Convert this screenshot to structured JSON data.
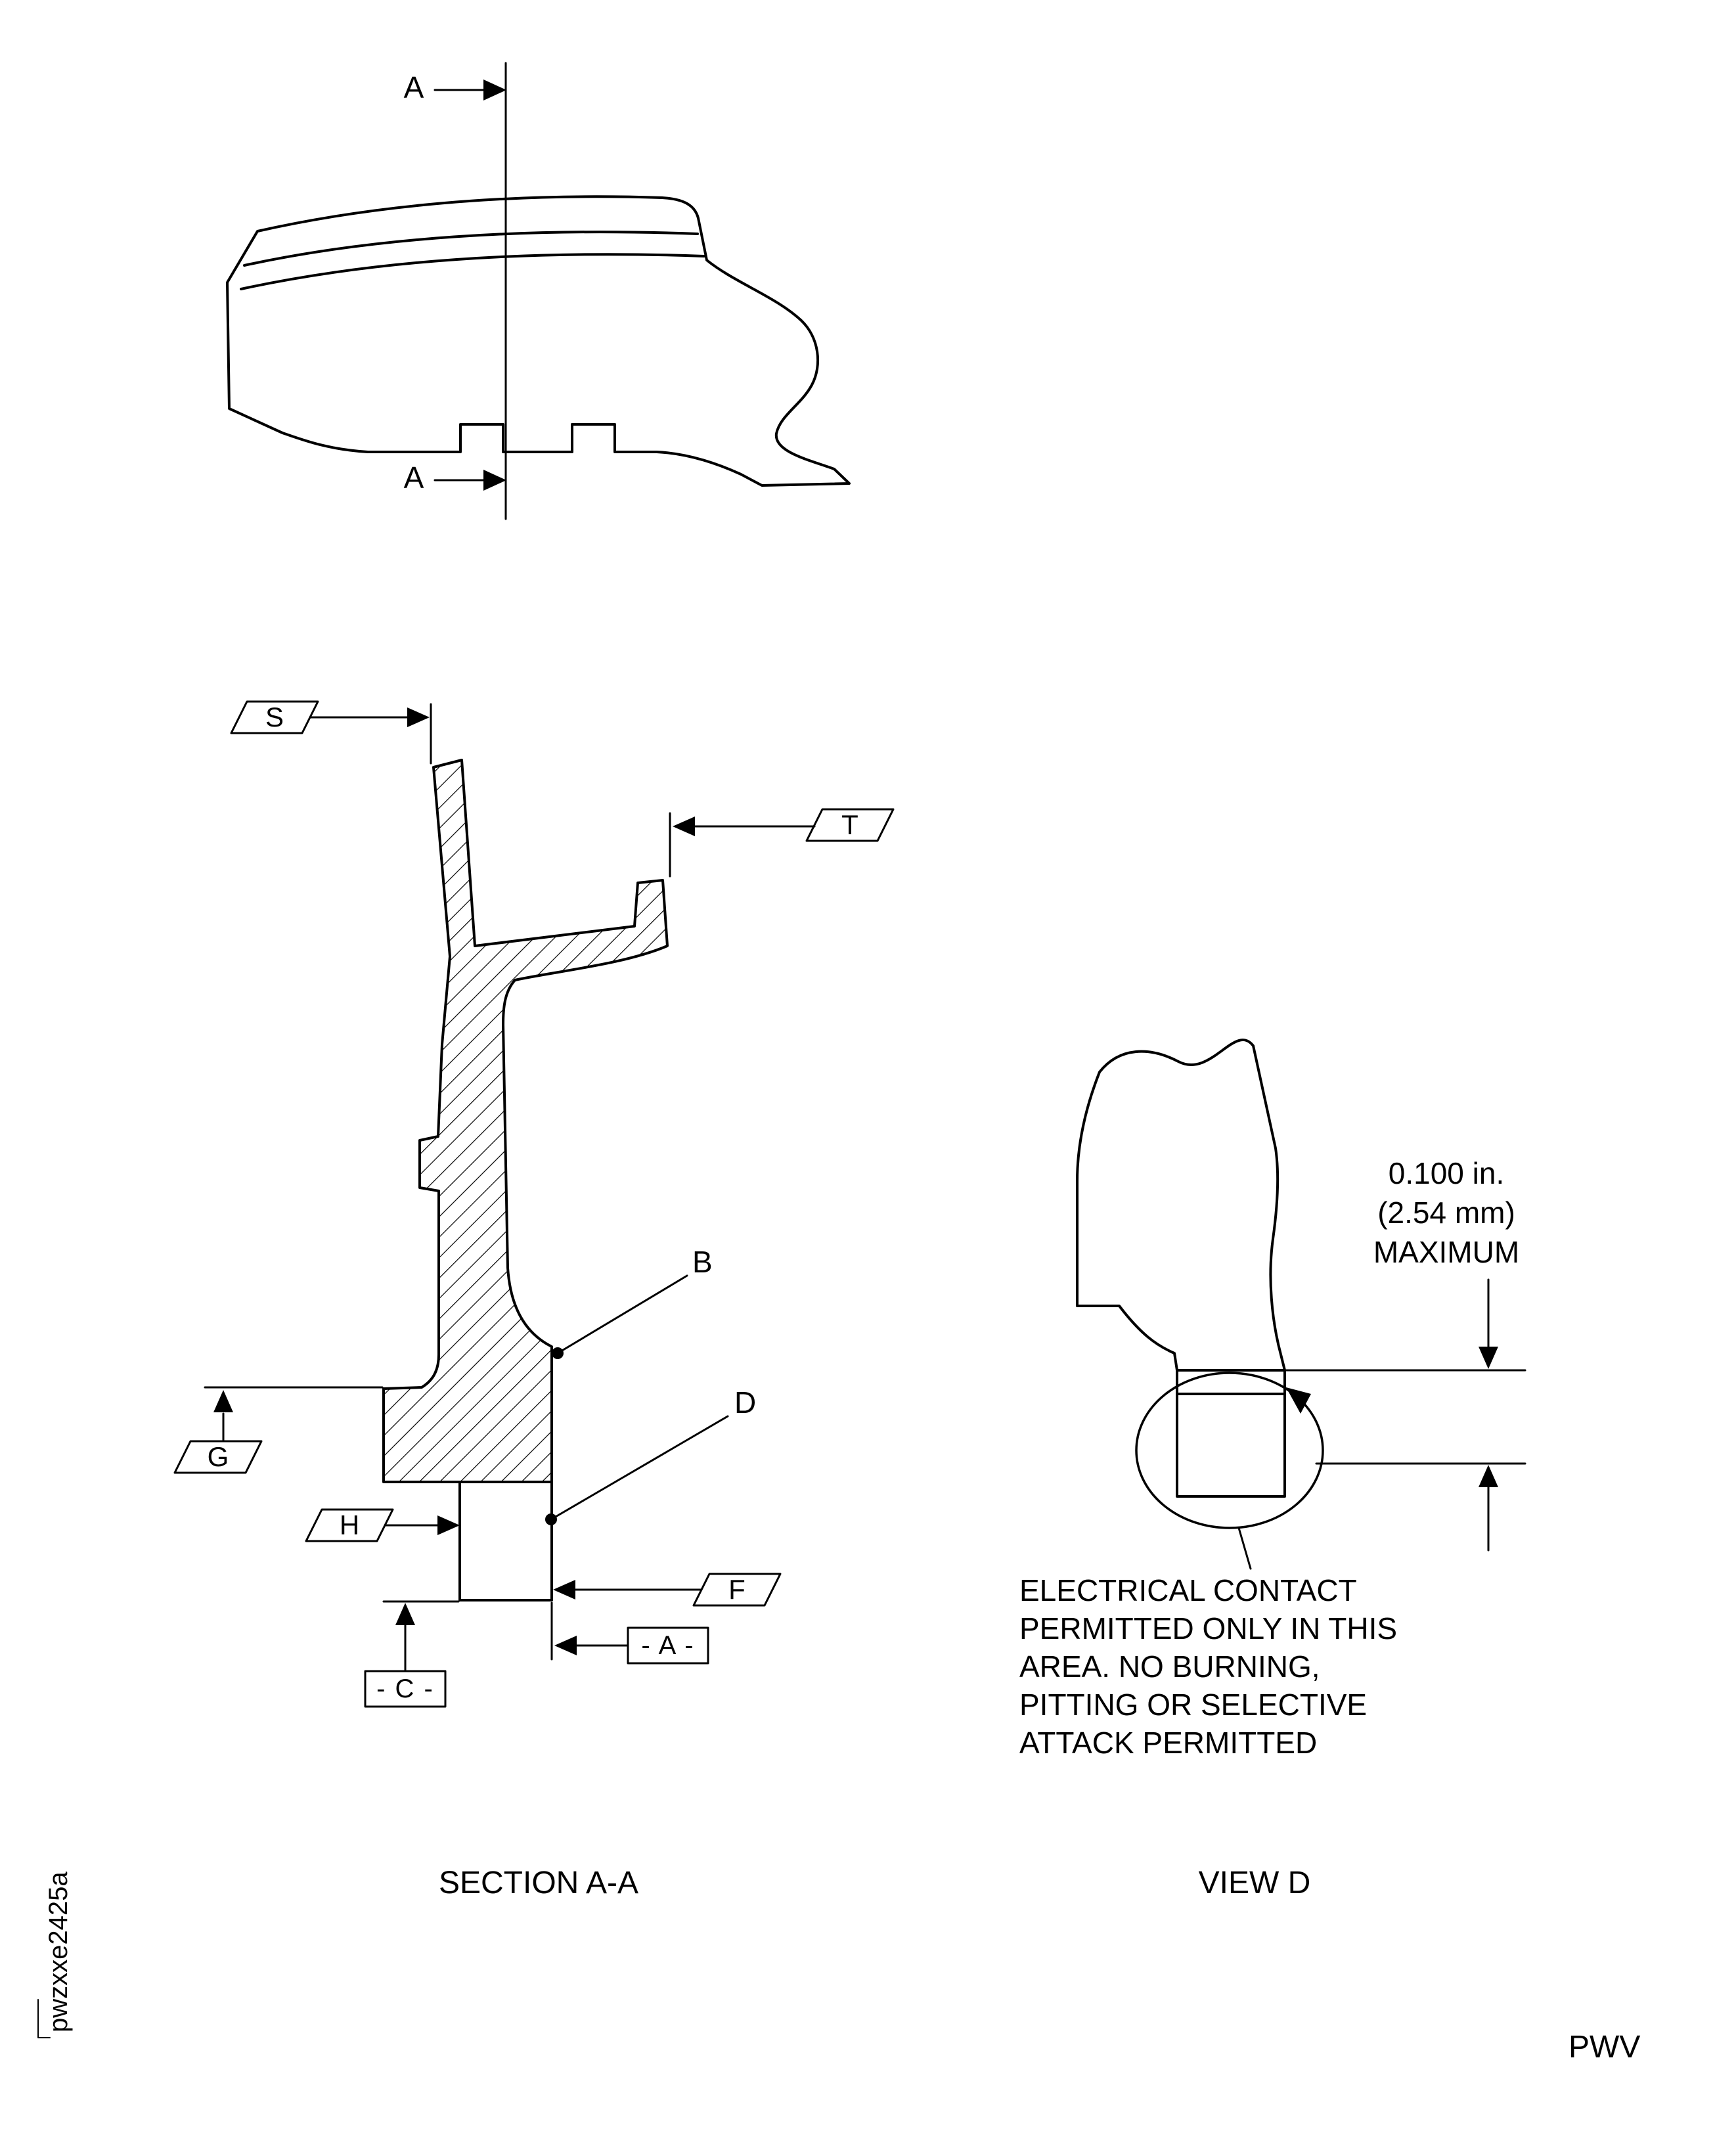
{
  "page": {
    "background_color": "#ffffff",
    "line_color": "#000000"
  },
  "top_view": {
    "section_marker_top": "A",
    "section_marker_bottom": "A"
  },
  "section_view": {
    "title": "SECTION A-A",
    "flags": {
      "s": "S",
      "t": "T",
      "g": "G",
      "h": "H",
      "f": "F"
    },
    "boxed_datums": {
      "a": "- A -",
      "c": "- C -"
    },
    "callouts": {
      "b": "B",
      "d": "D"
    }
  },
  "detail_view": {
    "title": "VIEW D",
    "dimension_text": "0.100 in.\n(2.54 mm)\nMAXIMUM",
    "note_text": "ELECTRICAL CONTACT\nPERMITTED ONLY IN THIS\nAREA. NO BURNING,\nPITTING OR SELECTIVE\nATTACK PERMITTED"
  },
  "footer": {
    "drawing_code": "pwzxxe2425a",
    "page_code": "PWV"
  }
}
